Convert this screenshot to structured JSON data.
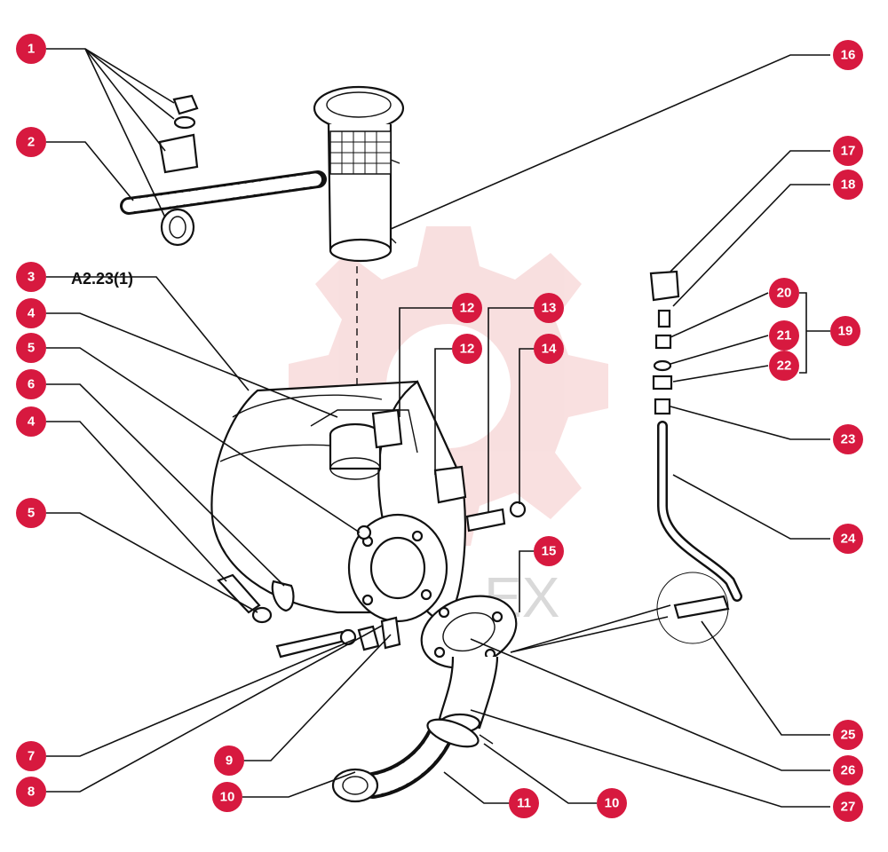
{
  "diagram": {
    "reference_label": "A2.23(1)",
    "callouts": [
      "1",
      "2",
      "3",
      "4",
      "5",
      "6",
      "4",
      "5",
      "7",
      "8",
      "9",
      "10",
      "10",
      "11",
      "12",
      "12",
      "13",
      "14",
      "15",
      "16",
      "17",
      "18",
      "19",
      "20",
      "21",
      "22",
      "23",
      "24",
      "25",
      "26",
      "27"
    ],
    "watermark_text": "EX",
    "colors": {
      "callout": "#d7193f",
      "line": "#111111",
      "watermark": "#f3c9c9"
    }
  }
}
